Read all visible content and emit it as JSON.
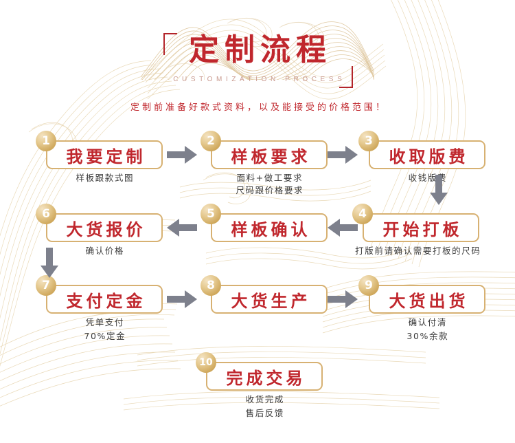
{
  "header": {
    "title": "定制流程",
    "subtitle": "CUSTOMIZATION PROCESS",
    "tagline": "定制前准备好款式资料，以及能接受的价格范围！",
    "title_color": "#c0272d",
    "subtitle_color": "#c99a8f",
    "bracket_color": "#b3242a",
    "art_color": "#e3cfa4"
  },
  "theme": {
    "badge_gold": "#cfa85c",
    "box_border": "#d7b172",
    "box_text": "#c0272d",
    "arrow_gray": "#7d808c",
    "caption_color": "#3a3a3a",
    "background": "#ffffff"
  },
  "steps": [
    {
      "number": "1",
      "label": "我要定制",
      "captions": [
        "样板跟款式图"
      ]
    },
    {
      "number": "2",
      "label": "样板要求",
      "captions": [
        "面料+做工要求",
        "尺码跟价格要求"
      ]
    },
    {
      "number": "3",
      "label": "收取版费",
      "captions": [
        "收钱版费"
      ]
    },
    {
      "number": "4",
      "label": "开始打板",
      "captions": [
        "打版前请确认需要打板的尺码"
      ]
    },
    {
      "number": "5",
      "label": "样板确认",
      "captions": []
    },
    {
      "number": "6",
      "label": "大货报价",
      "captions": [
        "确认价格"
      ]
    },
    {
      "number": "7",
      "label": "支付定金",
      "captions": [
        "凭单支付",
        "70%定金"
      ]
    },
    {
      "number": "8",
      "label": "大货生产",
      "captions": []
    },
    {
      "number": "9",
      "label": "大货出货",
      "captions": [
        "确认付清",
        "30%余款"
      ]
    },
    {
      "number": "10",
      "label": "完成交易",
      "captions": [
        "收货完成",
        "售后反馈"
      ]
    }
  ],
  "arrows": [
    {
      "name": "arrow-step1-to-step2",
      "direction": "right"
    },
    {
      "name": "arrow-step2-to-step3",
      "direction": "right"
    },
    {
      "name": "arrow-step3-to-step4",
      "direction": "down"
    },
    {
      "name": "arrow-step4-to-step5",
      "direction": "left"
    },
    {
      "name": "arrow-step5-to-step6",
      "direction": "left"
    },
    {
      "name": "arrow-step6-to-step7",
      "direction": "down"
    },
    {
      "name": "arrow-step7-to-step8",
      "direction": "right"
    },
    {
      "name": "arrow-step8-to-step9",
      "direction": "right"
    }
  ]
}
